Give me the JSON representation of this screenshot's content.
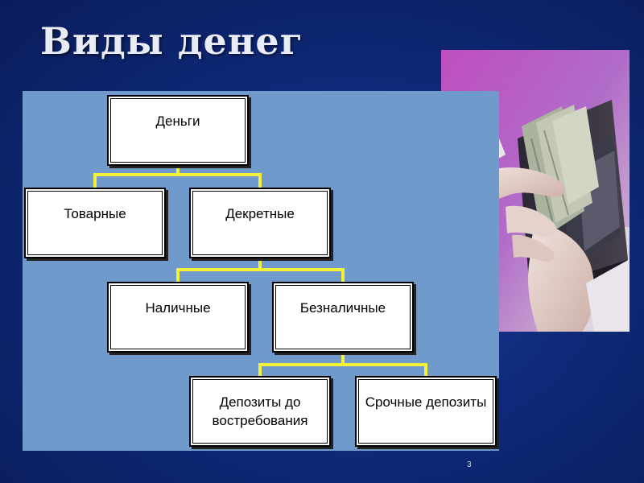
{
  "slide": {
    "title": "Виды денег",
    "page_number": "3"
  },
  "diagram": {
    "root": "Деньги",
    "level2": [
      "Товарные",
      "Декретные"
    ],
    "level3": [
      "Наличные",
      "Безналичные"
    ],
    "level4": [
      "Депозиты до востребования",
      "Срочные депозиты"
    ],
    "edges": [
      [
        "Деньги",
        "Товарные"
      ],
      [
        "Деньги",
        "Декретные"
      ],
      [
        "Декретные",
        "Наличные"
      ],
      [
        "Декретные",
        "Безналичные"
      ],
      [
        "Безналичные",
        "Депозиты до востребования"
      ],
      [
        "Безналичные",
        "Срочные депозиты"
      ]
    ],
    "colors": {
      "panel": "#6f9acb",
      "connector": "#f4f13a",
      "box_fill": "#ffffff",
      "box_border": "#000000"
    }
  },
  "image": {
    "description_icon": "wallet-with-money-photo"
  }
}
